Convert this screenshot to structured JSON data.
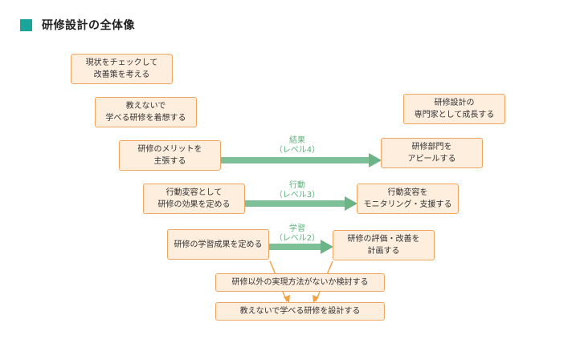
{
  "title": "研修設計の全体像",
  "colors": {
    "accent": "#1aa59a",
    "box_fill": "#fdeede",
    "box_border": "#f0a660",
    "arrow_green": "#7dbf96",
    "arrow_green_dark": "#6cb487",
    "arrow_orange": "#f0a347",
    "label_green": "#5fb07c"
  },
  "left_steps": [
    {
      "line1": "現状をチェックして",
      "line2": "改善策を考える"
    },
    {
      "line1": "教えないで",
      "line2": "学べる研修を着想する"
    },
    {
      "line1": "研修のメリットを",
      "line2": "主張する"
    },
    {
      "line1": "行動変容として",
      "line2": "研修の効果を定める"
    },
    {
      "line1": "研修の学習成果を定める",
      "line2": ""
    }
  ],
  "right_steps": [
    {
      "line1": "研修設計の",
      "line2": "専門家として成長する"
    },
    {
      "line1": "研修部門を",
      "line2": "アピールする"
    },
    {
      "line1": "行動変容を",
      "line2": "モニタリング・支援する"
    },
    {
      "line1": "研修の評価・改善を",
      "line2": "計画する"
    }
  ],
  "bottom_steps": [
    {
      "line1": "研修以外の実現方法がないか検討する"
    },
    {
      "line1": "教えないで学べる研修を設計する"
    }
  ],
  "levels": [
    {
      "name": "結果",
      "sub": "（レベル4）"
    },
    {
      "name": "行動",
      "sub": "（レベル3）"
    },
    {
      "name": "学習",
      "sub": "（レベル2）"
    }
  ]
}
